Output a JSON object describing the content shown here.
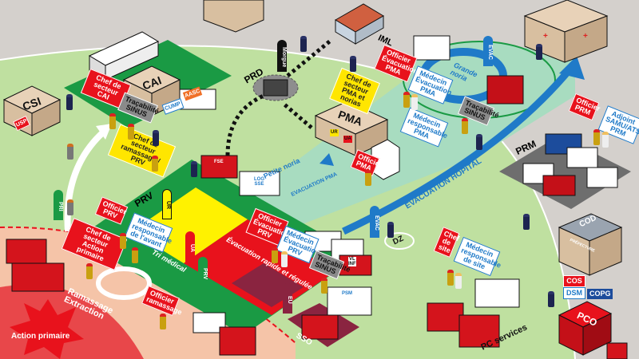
{
  "title": "Schéma d'organisation des secours - plan NOVI",
  "colors": {
    "outer_zone": "#d4d0cc",
    "support_zone": "#bfe0a0",
    "evac_zone": "#a8dcc0",
    "action_zone": "#f5c4a8",
    "action_core": "#e8474a",
    "sector_green": "#1a9a44",
    "tri_yellow": "#fff200",
    "evac_red": "#e8121c",
    "evac_blue": "#1f7ac8",
    "label_red": "#e8121c",
    "label_yellow": "#ffe600"
  },
  "zones": {
    "action_primaire": "Action primaire",
    "ramassage": "Ramassage\nExtraction",
    "tri_medical": "Tri médical",
    "evacuation_rapide": "Évacuation rapide et régulée",
    "petite_noria": "Petite noria",
    "evacuation_pma": "EVACUATION PMA",
    "grande_noria": "Grande\nnoria",
    "evacuation_hopital": "EVACUATION HÔPITAL",
    "pc_services": "PC services",
    "sso": "SSO",
    "dz": "DZ"
  },
  "buildings": {
    "csi": "CSI",
    "cai": "CAI",
    "pma": "PMA",
    "prd": "PRD",
    "iml": "IML",
    "prm": "PRM",
    "prv": "PRV",
    "cod": "COD",
    "pco": "PCO",
    "prefecture": "PRÉFECTURE"
  },
  "flags": {
    "morgue": "Morgue",
    "evac_top": "EVAC",
    "evac_mid": "EVAC",
    "ur": "UR",
    "ua": "UA",
    "prv": "PRV",
    "pri": "PRI",
    "eu": "EU"
  },
  "badges": {
    "usp": "USP",
    "cump": "CUMP",
    "aasc": "AASC",
    "fse": "FSE",
    "log_sse": "LOG\nSSE",
    "psm": "PSM",
    "vl_inf": "VL\nINF",
    "pma_ur": "UR",
    "pma_ua": "UA"
  },
  "labels": {
    "chef_cai": "Chef de\nsecteur CAI",
    "tracabilite_cai": "Traçabilité\nSINUS",
    "chef_ramassage": "Chef de secteur\nramassage / PRV",
    "chef_pma": "Chef de\nsecteur\nPMA et norias",
    "officier_evac_pma": "Officier\nÉvacuation\nPMA",
    "medecin_evac_pma": "Médecin\nÉvacuation\nPMA",
    "medecin_resp_pma": "Médecin\nresponsable\nPMA",
    "tracabilite_pma": "Traçabilité\nSINUS",
    "officier_pma": "Officier\nPMA",
    "officier_prm": "Officier\nPRM",
    "adjoint_prm": "Adjoint\nSAMU/ATSU\nPRM",
    "officier_prv": "Officier\nPRV",
    "medecin_avant": "Médecin\nresponsable\nde l'avant",
    "officier_evac_prv": "Officier\nÉvacuation\nPRV",
    "medecin_evac_prv": "Médecin\nÉvacuation\nPRV",
    "tracabilite_prv": "Traçabilité\nSINUS",
    "chef_action": "Chef de secteur\nAction primaire",
    "officier_ramassage": "Officier\nramassage",
    "chef_site": "Chef\nde\nsite",
    "medecin_site": "Médecin\nresponsable\nde site",
    "cos": "COS",
    "dsm": "DSM",
    "copg": "COPG"
  }
}
